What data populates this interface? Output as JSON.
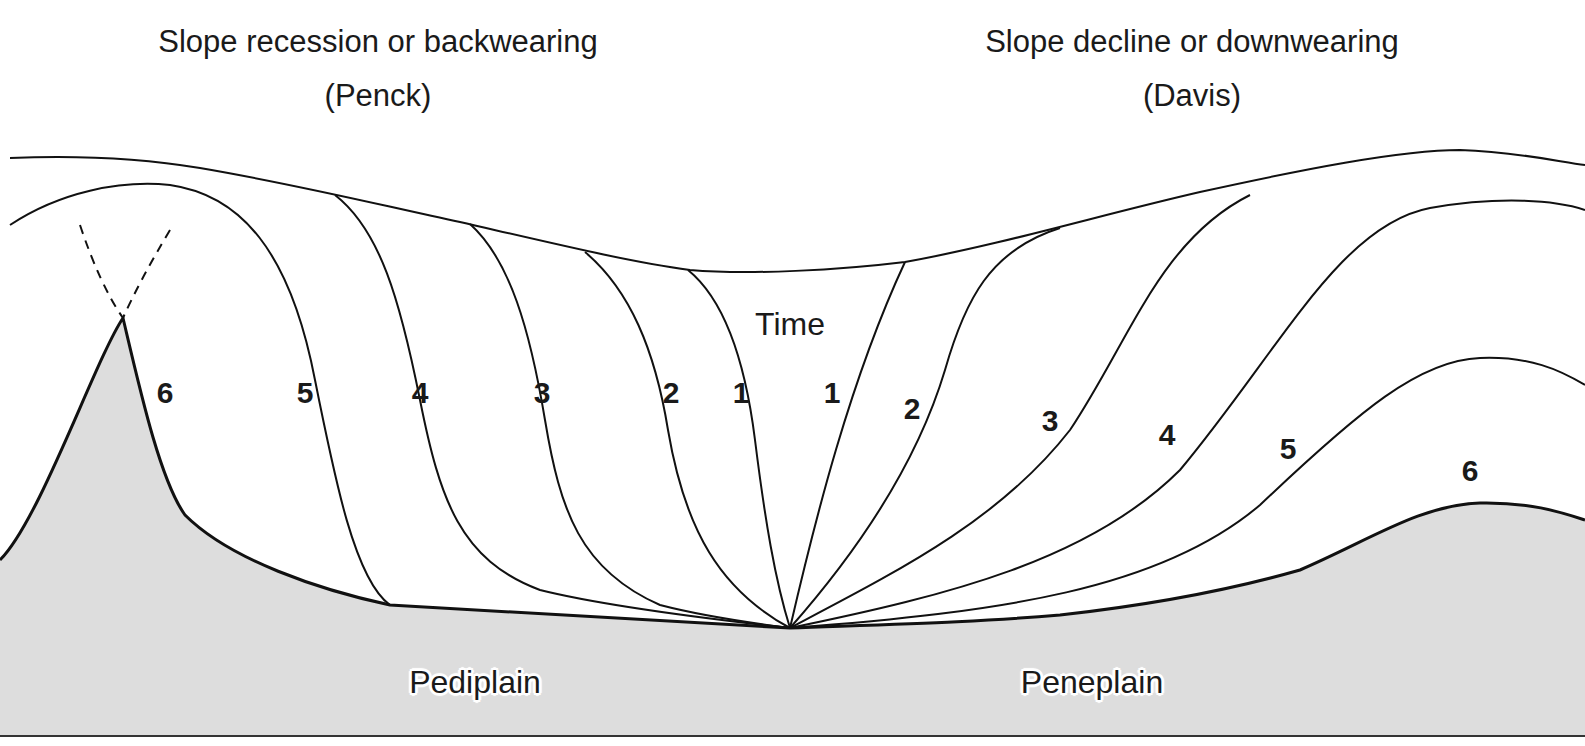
{
  "diagram": {
    "labels": [
      "Slope recession or backwearing",
      "(Penck)",
      "Slope decline or downwearing",
      "(Davis)",
      "Time",
      "6",
      "5",
      "4",
      "3",
      "2",
      "1",
      "1",
      "2",
      "3",
      "4",
      "5",
      "6",
      "Pediplain",
      "Peneplain"
    ]
  }
}
